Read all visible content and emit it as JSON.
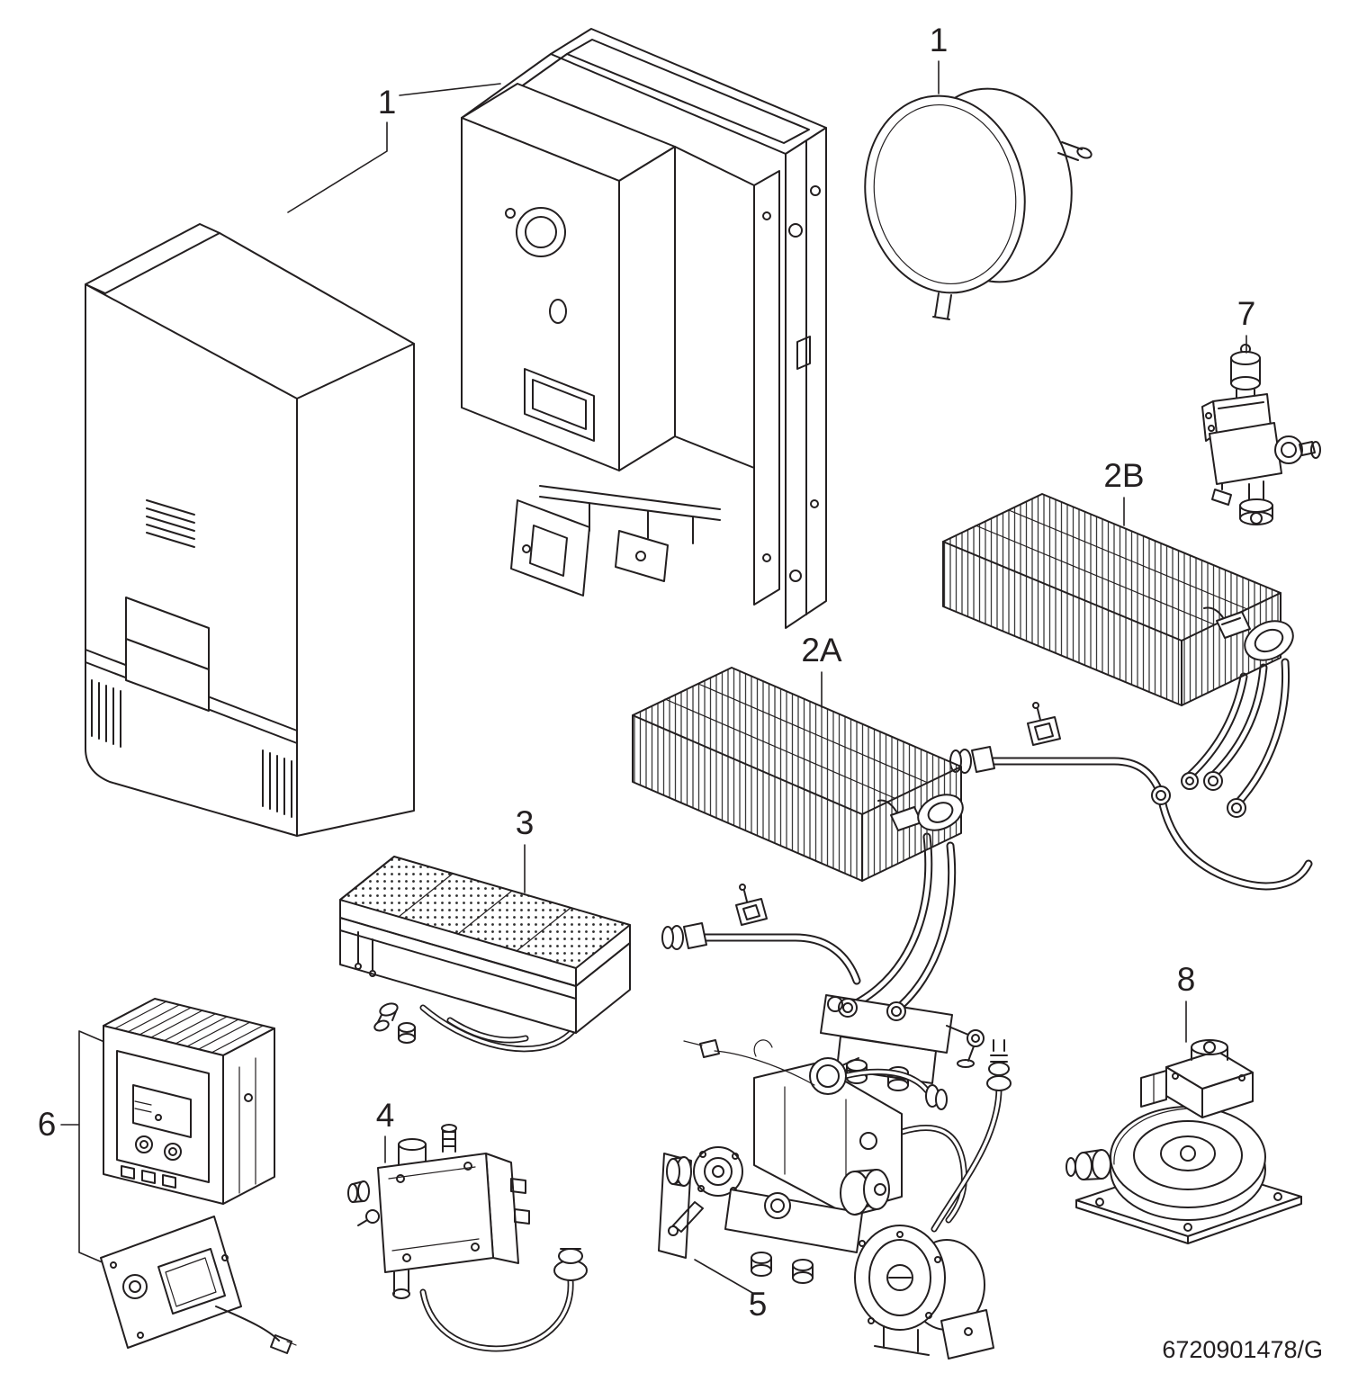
{
  "diagram": {
    "background_color": "#ffffff",
    "line_color": "#231f20",
    "doc_number": "6720901478/G",
    "callouts": [
      {
        "part": "outer-casing",
        "label": "1"
      },
      {
        "part": "expansion-vessel",
        "label": "1"
      },
      {
        "part": "heat-exchanger-variant-a",
        "label": "2A"
      },
      {
        "part": "heat-exchanger-variant-b",
        "label": "2B"
      },
      {
        "part": "burner",
        "label": "3"
      },
      {
        "part": "gas-valve",
        "label": "4"
      },
      {
        "part": "hydraulic-assembly",
        "label": "5"
      },
      {
        "part": "control-unit",
        "label": "6"
      },
      {
        "part": "solenoid-valve",
        "label": "7"
      },
      {
        "part": "fan-assembly",
        "label": "8"
      }
    ]
  }
}
